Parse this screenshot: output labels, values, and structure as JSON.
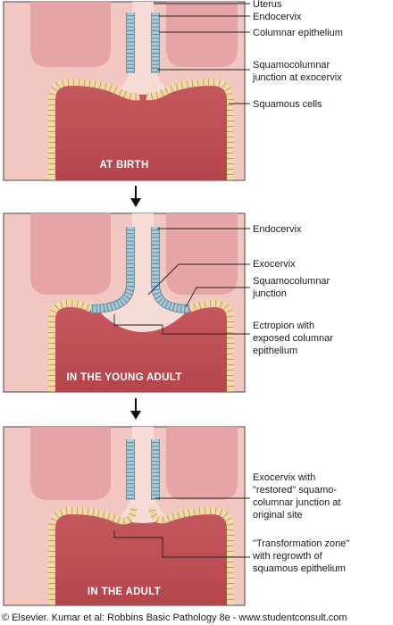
{
  "panels": [
    {
      "stage": "AT BIRTH",
      "labels": [
        "Uterus",
        "Endocervix",
        "Columnar epithelium",
        "Squamocolumnar",
        "junction at exocervix",
        "Squamous cells"
      ]
    },
    {
      "stage": "IN THE YOUNG ADULT",
      "labels": [
        "Endocervix",
        "Exocervix",
        "Squamocolumnar",
        "junction",
        "Ectropion with",
        "exposed columnar",
        "epithelium"
      ]
    },
    {
      "stage": "IN THE ADULT",
      "labels": [
        "Exocervix with",
        "\"restored\" squamo-",
        "columnar junction at",
        "original site",
        "\"Transformation zone\"",
        "with regrowth of",
        "squamous epithelium"
      ]
    }
  ],
  "credit": "© Elsevier. Kumar et al: Robbins Basic Pathology 8e - www.studentconsult.com",
  "colors": {
    "panel_bg": "#f2c7c2",
    "panel_border": "#6b5d5b",
    "cervix": "#d98b8c",
    "uterus_lobe": "#e5a4a5",
    "canal": "#f6dcd7",
    "columnar": "#a9c9d9",
    "squamous": "#f1d9a6",
    "lumen": "#c2545a"
  }
}
